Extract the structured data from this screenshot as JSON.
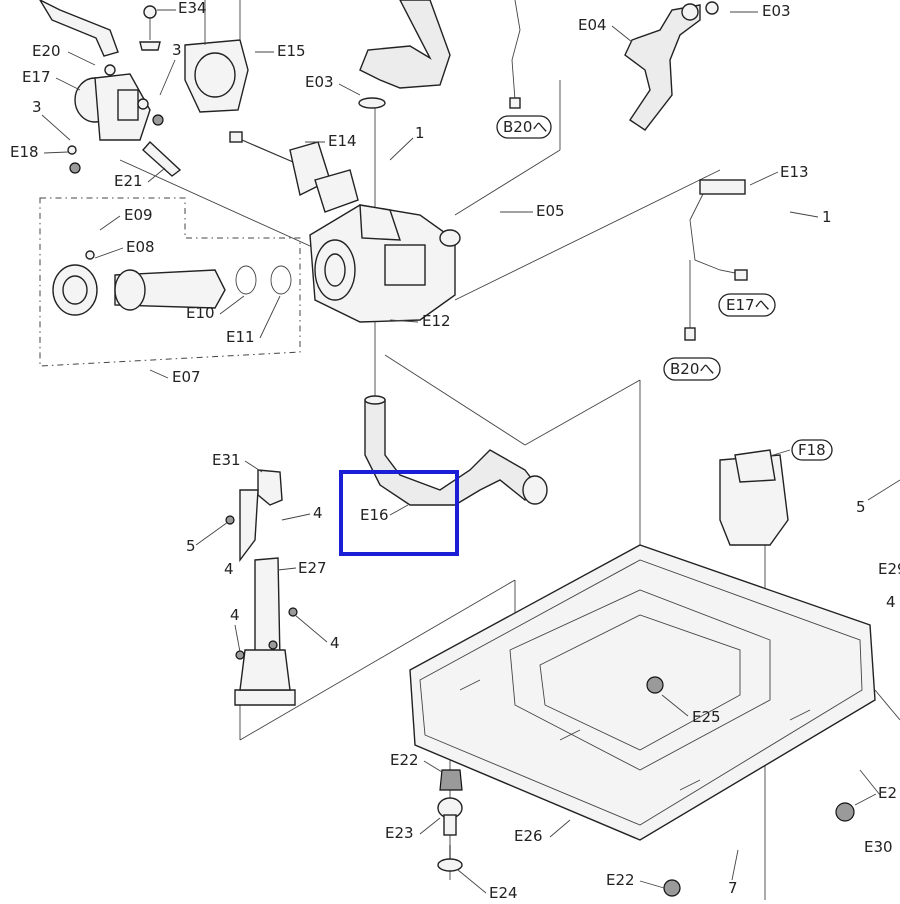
{
  "labels": {
    "E34": "E34",
    "E20": "E20",
    "E17": "E17",
    "E18": "E18",
    "E21": "E21",
    "E15": "E15",
    "E03a": "E03",
    "E03b": "E03",
    "E04": "E04",
    "E14": "E14",
    "E05": "E05",
    "E13": "E13",
    "E09": "E09",
    "E08": "E08",
    "E10": "E10",
    "E11": "E11",
    "E12": "E12",
    "E07": "E07",
    "E31": "E31",
    "E16": "E16",
    "E27": "E27",
    "E25": "E25",
    "E22a": "E22",
    "E22b": "E22",
    "E23": "E23",
    "E24": "E24",
    "E26": "E26",
    "E29": "E29",
    "E30": "E30",
    "E2x": "E2",
    "n3a": "3",
    "n3b": "3",
    "n1a": "1",
    "n1b": "1",
    "n5a": "5",
    "n5b": "5",
    "n4a": "4",
    "n4b": "4",
    "n4c": "4",
    "n4d": "4",
    "n4e": "4",
    "n7": "7"
  },
  "refs": {
    "B20a": "B20へ",
    "E17ref": "E17へ",
    "B20b": "B20へ",
    "F18": "F18"
  },
  "highlight": {
    "label": "E16",
    "color": "#1a1fd6"
  }
}
